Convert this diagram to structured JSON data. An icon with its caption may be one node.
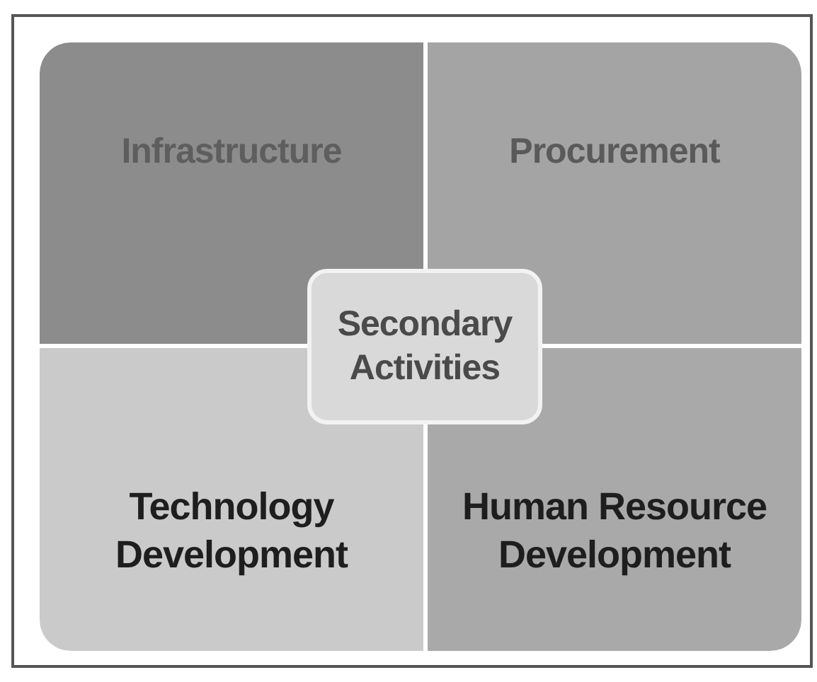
{
  "diagram": {
    "nodes": [
      {
        "text": [
          "Infrastructure"
        ]
      },
      {
        "text": [
          "Procurement"
        ]
      },
      {
        "text": [
          "Secondary Activities"
        ]
      },
      {
        "text": [
          "Technology Development"
        ]
      },
      {
        "text": [
          "Human Resource Development"
        ]
      }
    ],
    "edges": []
  }
}
